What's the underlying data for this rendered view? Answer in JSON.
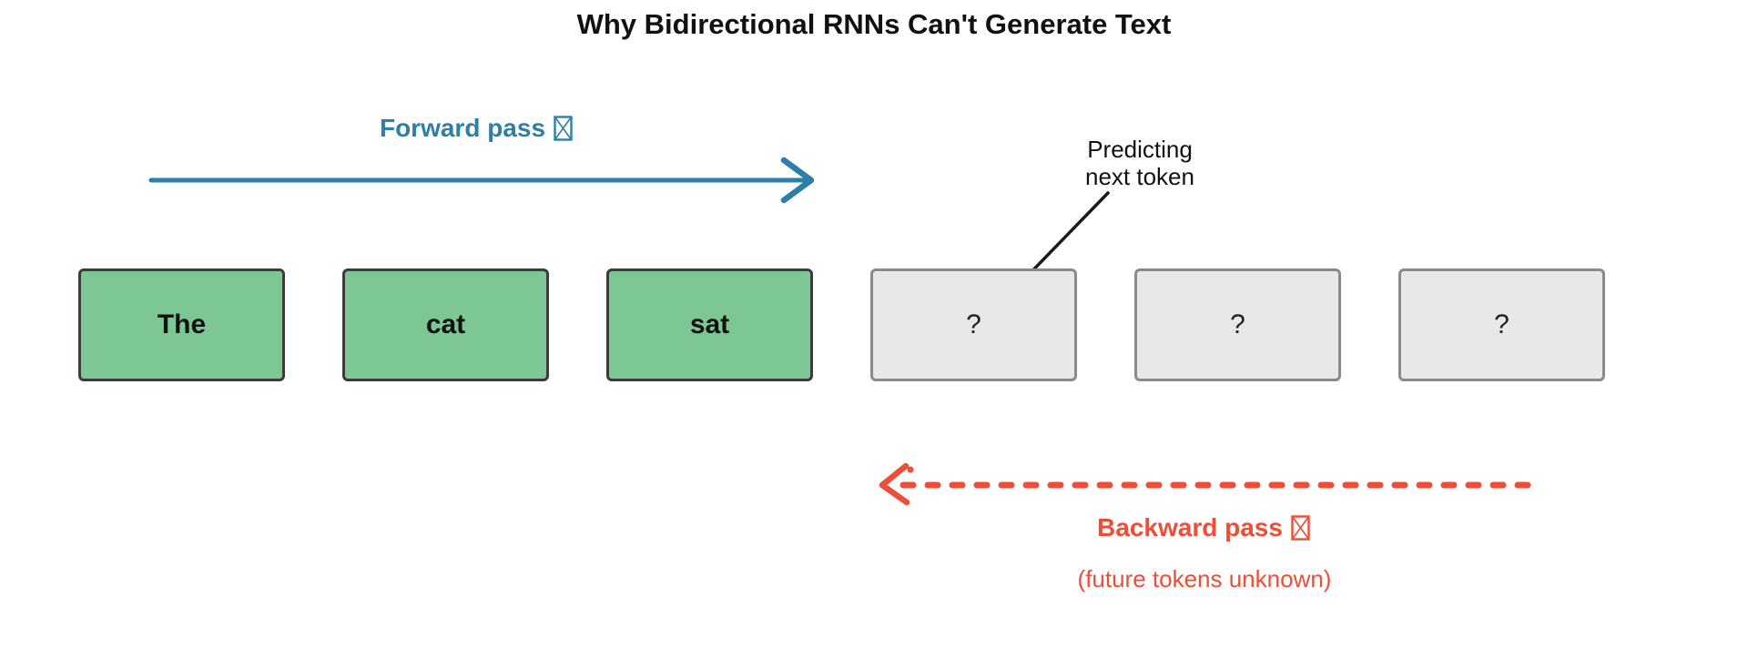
{
  "title": "Why Bidirectional RNNs Can't Generate Text",
  "forward_pass": {
    "label": "Forward pass",
    "icon": "crossed-box-missing-glyph"
  },
  "backward_pass": {
    "label": "Backward pass",
    "icon": "crossed-box-missing-glyph",
    "note": "(future tokens unknown)"
  },
  "annotation": {
    "line1": "Predicting",
    "line2": "next token"
  },
  "tokens": [
    {
      "label": "The",
      "state": "known"
    },
    {
      "label": "cat",
      "state": "known"
    },
    {
      "label": "sat",
      "state": "known"
    },
    {
      "label": "?",
      "state": "unknown"
    },
    {
      "label": "?",
      "state": "unknown"
    },
    {
      "label": "?",
      "state": "unknown"
    }
  ],
  "colors": {
    "forward": "#2E7FA5",
    "backward": "#EC4E37",
    "annotation_arrow": "#1A1A1A",
    "title_text": "#111111",
    "token_known_fill": "#7DC795",
    "token_known_border": "#3C3C3C",
    "token_unknown_fill": "#E8E8E8",
    "token_unknown_border": "#8A8A8A"
  }
}
